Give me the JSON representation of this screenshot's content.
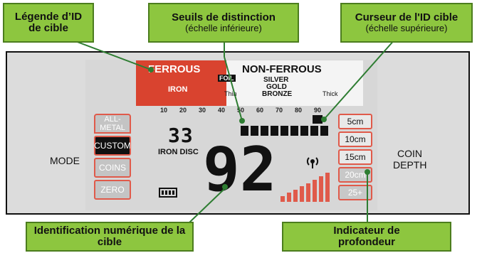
{
  "callouts": {
    "legend": {
      "title": "Légende d’ID de cible"
    },
    "thresholds": {
      "title": "Seuils de distinction",
      "subtitle": "(échelle inférieure)"
    },
    "cursor": {
      "title": "Curseur de l'ID cible",
      "subtitle": "(échelle supérieure)"
    },
    "numeric": {
      "title": "Identification numérique de la cible"
    },
    "depth": {
      "title": "Indicateur de profondeur"
    }
  },
  "display": {
    "ferrous": "FERROUS",
    "nonferrous": "NON-FERROUS",
    "iron": "IRON",
    "foil": "FOIL",
    "thin": "Thin",
    "thick": "Thick",
    "silver": "SILVER",
    "gold": "GOLD",
    "bronze": "BRONZE",
    "scale": [
      "10",
      "20",
      "30",
      "40",
      "50",
      "60",
      "70",
      "80",
      "90"
    ],
    "iron_disc_value": "33",
    "iron_disc_label": "IRON DISC",
    "target_id": "92",
    "mode_label": "MODE",
    "modes": [
      "ALL-METAL",
      "CUSTOM",
      "COINS",
      "ZERO"
    ],
    "selected_mode": "CUSTOM",
    "coin_depth_label": [
      "COIN",
      "DEPTH"
    ],
    "depths": [
      "5cm",
      "10cm",
      "15cm",
      "20cm",
      "25+"
    ]
  },
  "colors": {
    "callout_fill": "#8dc63f",
    "callout_border": "#4c7d1e",
    "ferrous_red": "#d9432f",
    "lcd_segment": "#111111"
  }
}
